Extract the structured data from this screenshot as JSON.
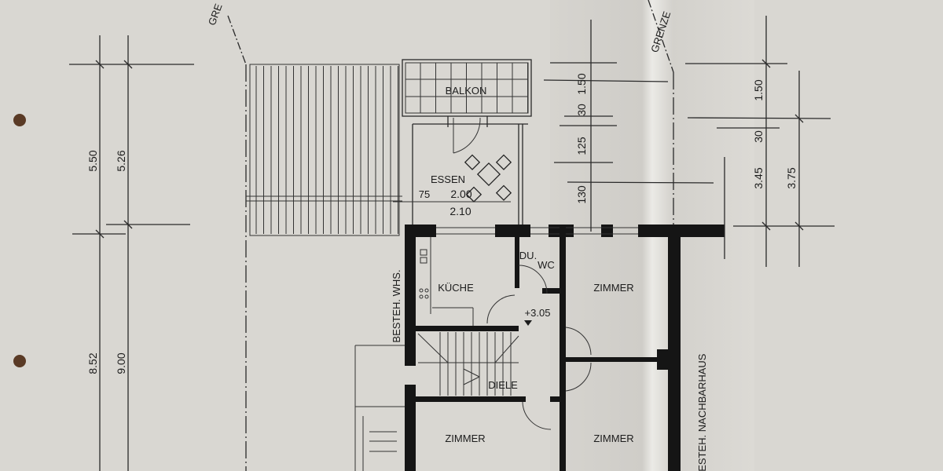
{
  "plan": {
    "rooms": {
      "balcony": "BALKON",
      "dining": "ESSEN",
      "kitchen": "KÜCHE",
      "shower_wc_1": "DU.",
      "shower_wc_2": "WC",
      "hall": "DIELE",
      "room_top_right": "ZIMMER",
      "room_bottom_left": "ZIMMER",
      "room_bottom_right": "ZIMMER"
    },
    "labels": {
      "boundary_left": "GRE",
      "boundary_right": "GRENZE",
      "existing_house": "BESTEH. WHS.",
      "neighbour_house": "BESTEH. NACHBARHAUS",
      "level": "+3.05"
    },
    "dimensions": {
      "left_outer_top": "5.50",
      "left_inner_top": "5.26",
      "left_outer_bottom": "8.52",
      "left_inner_bottom": "9.00",
      "dining_75": "75",
      "dining_width": "2.00",
      "dining_width_total": "2.10",
      "mid_1": "1.50",
      "mid_2": "30",
      "mid_3": "125",
      "mid_4": "130",
      "right_1": "1.50",
      "right_2": "30",
      "right_3": "3.45",
      "right_4": "3.75"
    },
    "colors": {
      "paper": "#d9d7d2",
      "ink": "#151515"
    }
  }
}
